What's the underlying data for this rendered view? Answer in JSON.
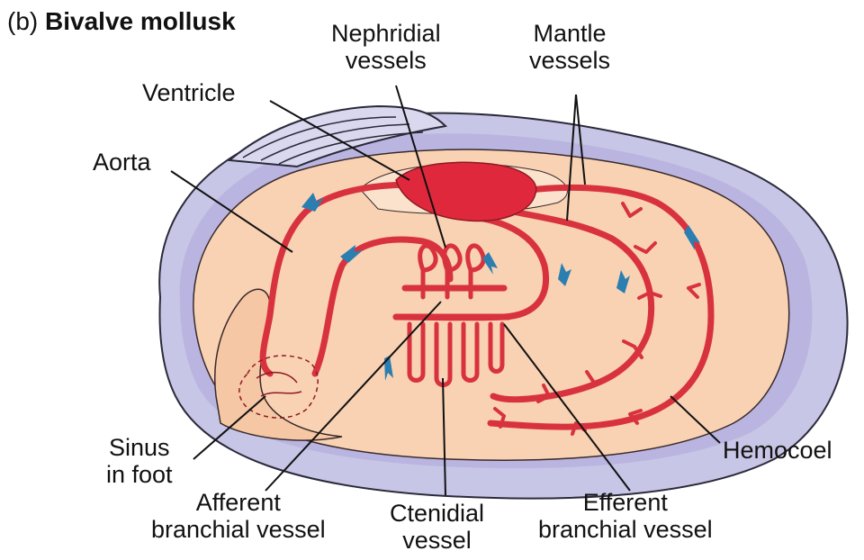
{
  "title": {
    "prefix": "(b)",
    "text": "Bivalve mollusk"
  },
  "labels": {
    "nephridial_vessels": [
      "Nephridial",
      "vessels"
    ],
    "mantle_vessels": [
      "Mantle",
      "vessels"
    ],
    "ventricle": "Ventricle",
    "aorta": "Aorta",
    "sinus_in_foot": [
      "Sinus",
      "in foot"
    ],
    "afferent_branchial_vessel": [
      "Afferent",
      "branchial vessel"
    ],
    "ctenidial_vessel": [
      "Ctenidial",
      "vessel"
    ],
    "efferent_branchial_vessel": [
      "Efferent",
      "branchial vessel"
    ],
    "hemocoel": "Hemocoel"
  },
  "colors": {
    "shell_outer": "#c8c6e6",
    "shell_rim": "#b3aede",
    "body": "#f9d2b4",
    "vessel": "#d8323f",
    "vessel_dark": "#8e1a24",
    "heart": "#e0283c",
    "arrow": "#2b7fb0"
  }
}
